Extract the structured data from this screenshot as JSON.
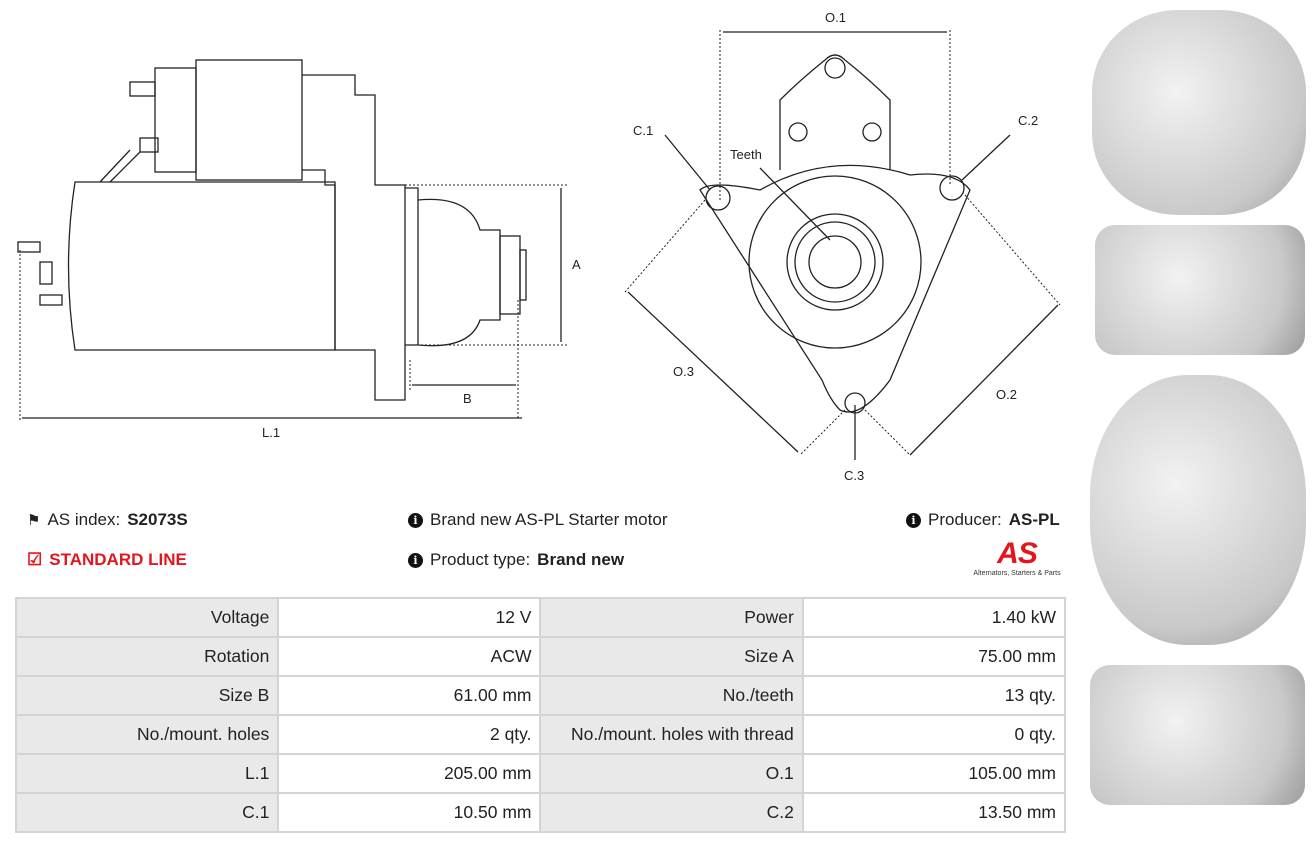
{
  "drawing_side": {
    "labels": {
      "a": "A",
      "b": "B",
      "l1": "L.1"
    }
  },
  "drawing_front": {
    "labels": {
      "o1": "O.1",
      "c1": "C.1",
      "c2": "C.2",
      "teeth": "Teeth",
      "o3": "O.3",
      "o2": "O.2",
      "c3": "C.3"
    }
  },
  "info": {
    "as_index_label": "AS index:",
    "as_index_value": "S2073S",
    "line": "STANDARD LINE",
    "description": "Brand new AS-PL Starter motor",
    "product_type_label": "Product type:",
    "product_type_value": "Brand new",
    "producer_label": "Producer:",
    "producer_value": "AS-PL"
  },
  "logo": {
    "text": "AS",
    "tagline": "Alternators, Starters & Parts"
  },
  "colors": {
    "accent": "#e4151f"
  },
  "specs": [
    [
      {
        "label": "Voltage",
        "value": "12 V"
      },
      {
        "label": "Power",
        "value": "1.40 kW"
      }
    ],
    [
      {
        "label": "Rotation",
        "value": "ACW"
      },
      {
        "label": "Size A",
        "value": "75.00 mm"
      }
    ],
    [
      {
        "label": "Size B",
        "value": "61.00 mm"
      },
      {
        "label": "No./teeth",
        "value": "13 qty."
      }
    ],
    [
      {
        "label": "No./mount. holes",
        "value": "2 qty."
      },
      {
        "label": "No./mount. holes with thread",
        "value": "0 qty."
      }
    ],
    [
      {
        "label": "L.1",
        "value": "205.00 mm"
      },
      {
        "label": "O.1",
        "value": "105.00 mm"
      }
    ],
    [
      {
        "label": "C.1",
        "value": "10.50 mm"
      },
      {
        "label": "C.2",
        "value": "13.50 mm"
      }
    ]
  ]
}
